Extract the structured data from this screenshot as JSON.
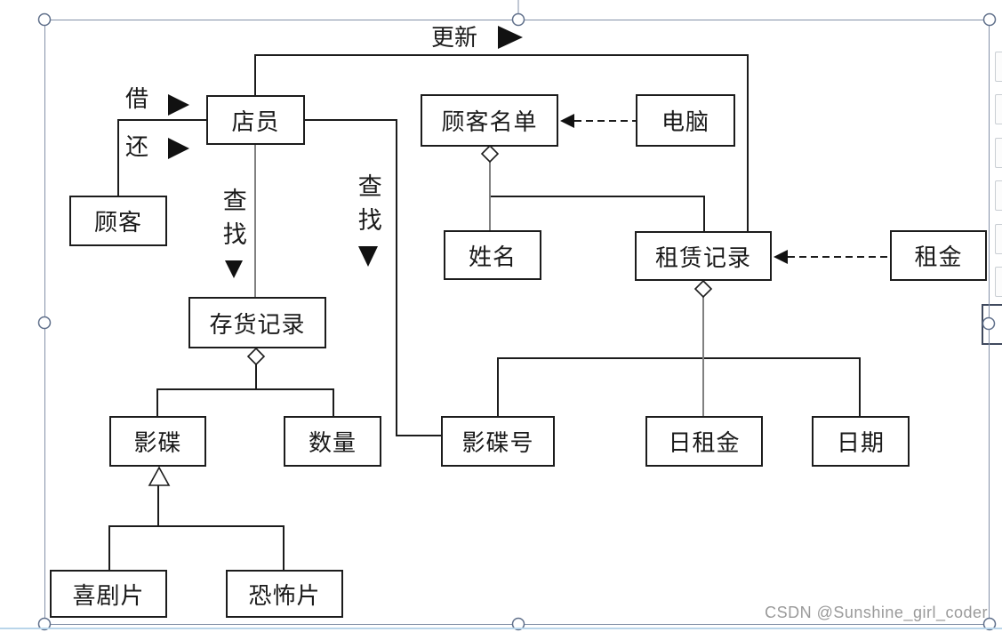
{
  "diagram": {
    "boxes": [
      {
        "id": "clerk",
        "label": "店员"
      },
      {
        "id": "customer-list",
        "label": "顾客名单"
      },
      {
        "id": "computer",
        "label": "电脑"
      },
      {
        "id": "customer",
        "label": "顾客"
      },
      {
        "id": "name",
        "label": "姓名"
      },
      {
        "id": "rental-record",
        "label": "租赁记录"
      },
      {
        "id": "rent",
        "label": "租金"
      },
      {
        "id": "inventory-record",
        "label": "存货记录"
      },
      {
        "id": "disc",
        "label": "影碟"
      },
      {
        "id": "quantity",
        "label": "数量"
      },
      {
        "id": "disc-number",
        "label": "影碟号"
      },
      {
        "id": "daily-rent",
        "label": "日租金"
      },
      {
        "id": "date",
        "label": "日期"
      },
      {
        "id": "comedy",
        "label": "喜剧片"
      },
      {
        "id": "horror",
        "label": "恐怖片"
      }
    ],
    "labels": [
      {
        "id": "update",
        "text": "更新"
      },
      {
        "id": "borrow",
        "text": "借"
      },
      {
        "id": "return",
        "text": "还"
      },
      {
        "id": "find-1",
        "text": "查找"
      },
      {
        "id": "find-2",
        "text": "查找"
      }
    ]
  },
  "watermark": {
    "text": "CSDN @Sunshine_girl_coder"
  },
  "colors": {
    "line": "#1c1c1c",
    "aggregation_stem": "#808080",
    "selection_frame": "#8391a8",
    "selection_handle_stroke": "#5f6f8a",
    "watermark": "#9a9a9a",
    "bottom_rule": "#b9d5ea",
    "edge_button_border": "#c9ced3"
  }
}
